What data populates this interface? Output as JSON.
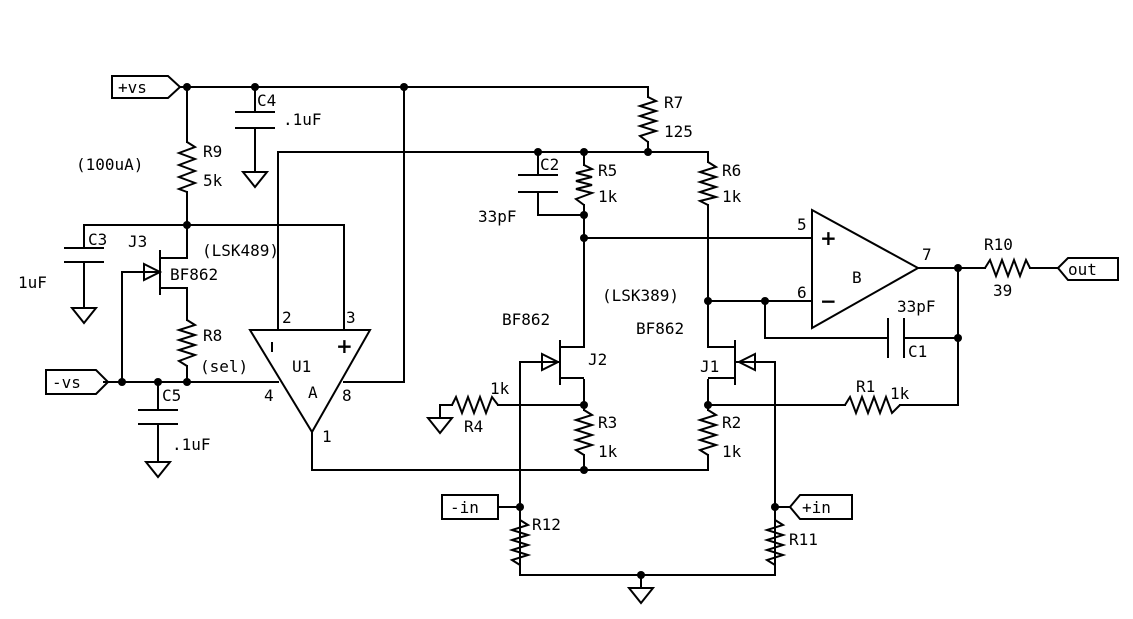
{
  "ports": {
    "vs_pos": "+vs",
    "vs_neg": "-vs",
    "in_neg": "-in",
    "in_pos": "+in",
    "out": "out"
  },
  "components": {
    "R1": {
      "ref": "R1",
      "value": "1k"
    },
    "R2": {
      "ref": "R2",
      "value": "1k"
    },
    "R3": {
      "ref": "R3",
      "value": "1k"
    },
    "R4": {
      "ref": "R4",
      "value": "1k"
    },
    "R5": {
      "ref": "R5",
      "value": "1k"
    },
    "R6": {
      "ref": "R6",
      "value": "1k"
    },
    "R7": {
      "ref": "R7",
      "value": "125"
    },
    "R8": {
      "ref": "R8",
      "value": "(sel)"
    },
    "R9": {
      "ref": "R9",
      "value": "5k",
      "note": "(100uA)"
    },
    "R10": {
      "ref": "R10",
      "value": "39"
    },
    "R11": {
      "ref": "R11"
    },
    "R12": {
      "ref": "R12"
    },
    "C1": {
      "ref": "C1",
      "value": "33pF"
    },
    "C2": {
      "ref": "C2",
      "value": "33pF"
    },
    "C3": {
      "ref": "C3",
      "value": "1uF"
    },
    "C4": {
      "ref": "C4",
      "value": ".1uF"
    },
    "C5": {
      "ref": "C5",
      "value": ".1uF"
    },
    "J1": {
      "ref": "J1",
      "type": "BF862"
    },
    "J2": {
      "ref": "J2",
      "type": "BF862"
    },
    "J3": {
      "ref": "J3",
      "type": "BF862",
      "note": "(LSK489)"
    },
    "U1": {
      "ref": "U1",
      "unit": "A",
      "pin_inv": "2",
      "pin_noninv": "3",
      "pin_vneg": "4",
      "pin_vpos": "8",
      "pin_out": "1"
    },
    "UB": {
      "unit": "B",
      "pin_noninv": "5",
      "pin_inv": "6",
      "pin_out": "7",
      "note": "(LSK389)"
    }
  },
  "symbols": {
    "plus": "+",
    "minus": "−"
  }
}
